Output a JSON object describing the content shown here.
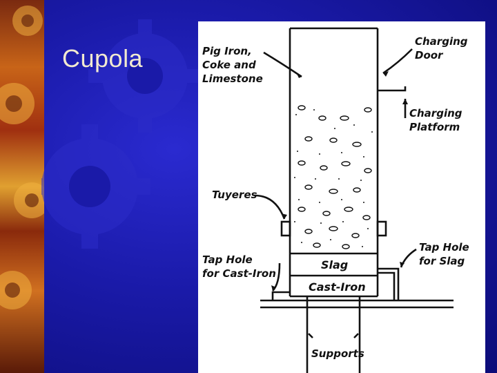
{
  "slide": {
    "title": "Cupola"
  },
  "diagram": {
    "labels": {
      "pig_iron_line1": "Pig Iron,",
      "pig_iron_line2": "Coke and",
      "pig_iron_line3": "Limestone",
      "charging_door_line1": "Charging",
      "charging_door_line2": "Door",
      "charging_platform_line1": "Charging",
      "charging_platform_line2": "Platform",
      "tuyeres": "Tuyeres",
      "tap_hole_slag_line1": "Tap Hole",
      "tap_hole_slag_line2": "for Slag",
      "tap_hole_iron_line1": "Tap Hole",
      "tap_hole_iron_line2": "for Cast-Iron",
      "slag": "Slag",
      "cast_iron": "Cast-Iron",
      "supports": "Supports"
    }
  },
  "colors": {
    "background": "#10108a",
    "title": "#f2ead0",
    "figure_bg": "#ffffff",
    "ink": "#111111"
  }
}
